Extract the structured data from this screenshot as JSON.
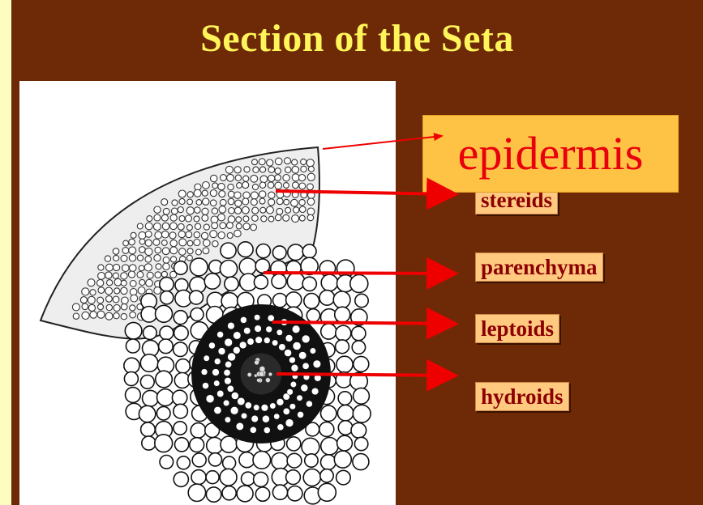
{
  "slide": {
    "title": "Section of the Seta",
    "callout": "epidermis",
    "labels": {
      "stereids": "stereids",
      "parenchyma": "parenchyma",
      "leptoids": "leptoids",
      "hydroids": "hydroids"
    }
  },
  "colors": {
    "background": "#fdfdc0",
    "panel": "#6e2a06",
    "title": "#fff55a",
    "label_box": "#ffca80",
    "label_text": "#8b0000",
    "callout_box": "#fec344",
    "callout_text": "#e8000c",
    "arrow": "#ee0000"
  }
}
